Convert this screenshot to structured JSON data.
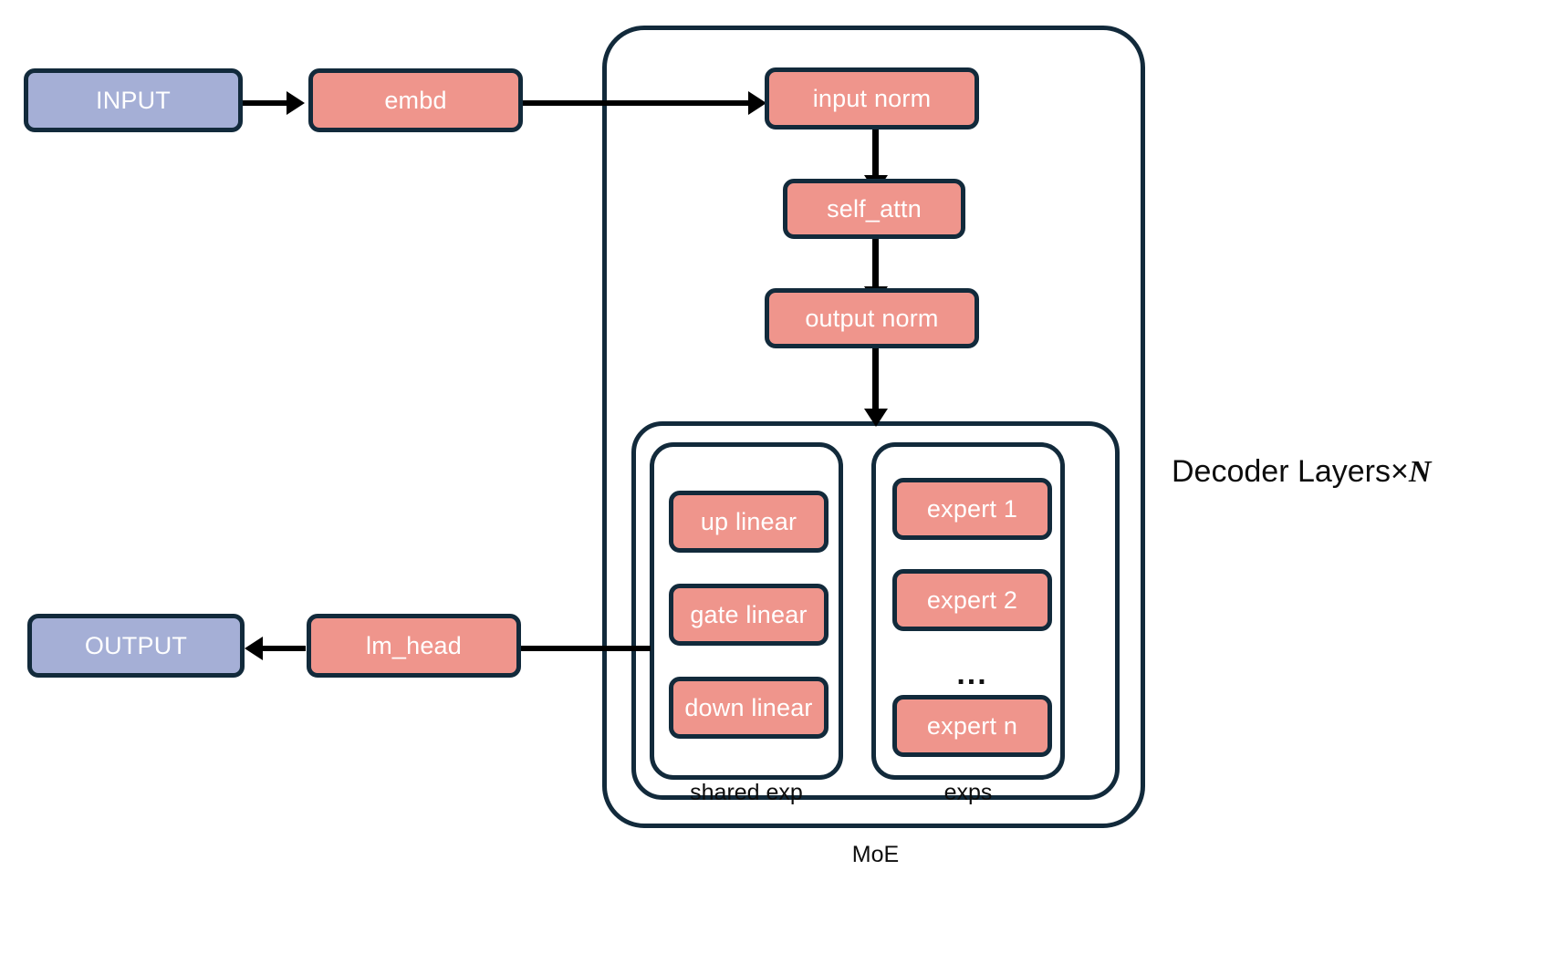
{
  "diagram": {
    "title": "MoE Transformer Decoder Architecture",
    "colors": {
      "border": "#122a3b",
      "block_salmon": "#ef958c",
      "block_periwinkle": "#a5afd6",
      "text_on_block": "#ffffff",
      "label_text": "#0d0d0d",
      "connector": "#000000",
      "background": "#ffffff"
    }
  },
  "nodes": {
    "input": "INPUT",
    "embd": "embd",
    "input_norm": "input norm",
    "self_attn": "self_attn",
    "output_norm": "output norm",
    "up_linear": "up linear",
    "gate_linear": "gate linear",
    "down_linear": "down linear",
    "expert_1": "expert 1",
    "expert_2": "expert 2",
    "expert_ellipsis": "...",
    "expert_n": "expert n",
    "lm_head": "lm_head",
    "output": "OUTPUT"
  },
  "containers": {
    "decoder_label_prefix": "Decoder Layers×",
    "decoder_label_n": "N",
    "moe": "MoE",
    "shared_exp": "shared exp",
    "exps": "exps"
  },
  "edges": [
    {
      "name": "input-to-embd",
      "from": "INPUT",
      "to": "embd"
    },
    {
      "name": "embd-to-input-norm",
      "from": "embd",
      "to": "input norm"
    },
    {
      "name": "input-norm-to-self-attn",
      "from": "input norm",
      "to": "self_attn"
    },
    {
      "name": "self-attn-to-output-norm",
      "from": "self_attn",
      "to": "output norm"
    },
    {
      "name": "output-norm-to-moe",
      "from": "output norm",
      "to": "MoE"
    },
    {
      "name": "decoder-to-lm-head",
      "from": "Decoder Layers",
      "to": "lm_head"
    },
    {
      "name": "lm-head-to-output",
      "from": "lm_head",
      "to": "OUTPUT"
    }
  ]
}
